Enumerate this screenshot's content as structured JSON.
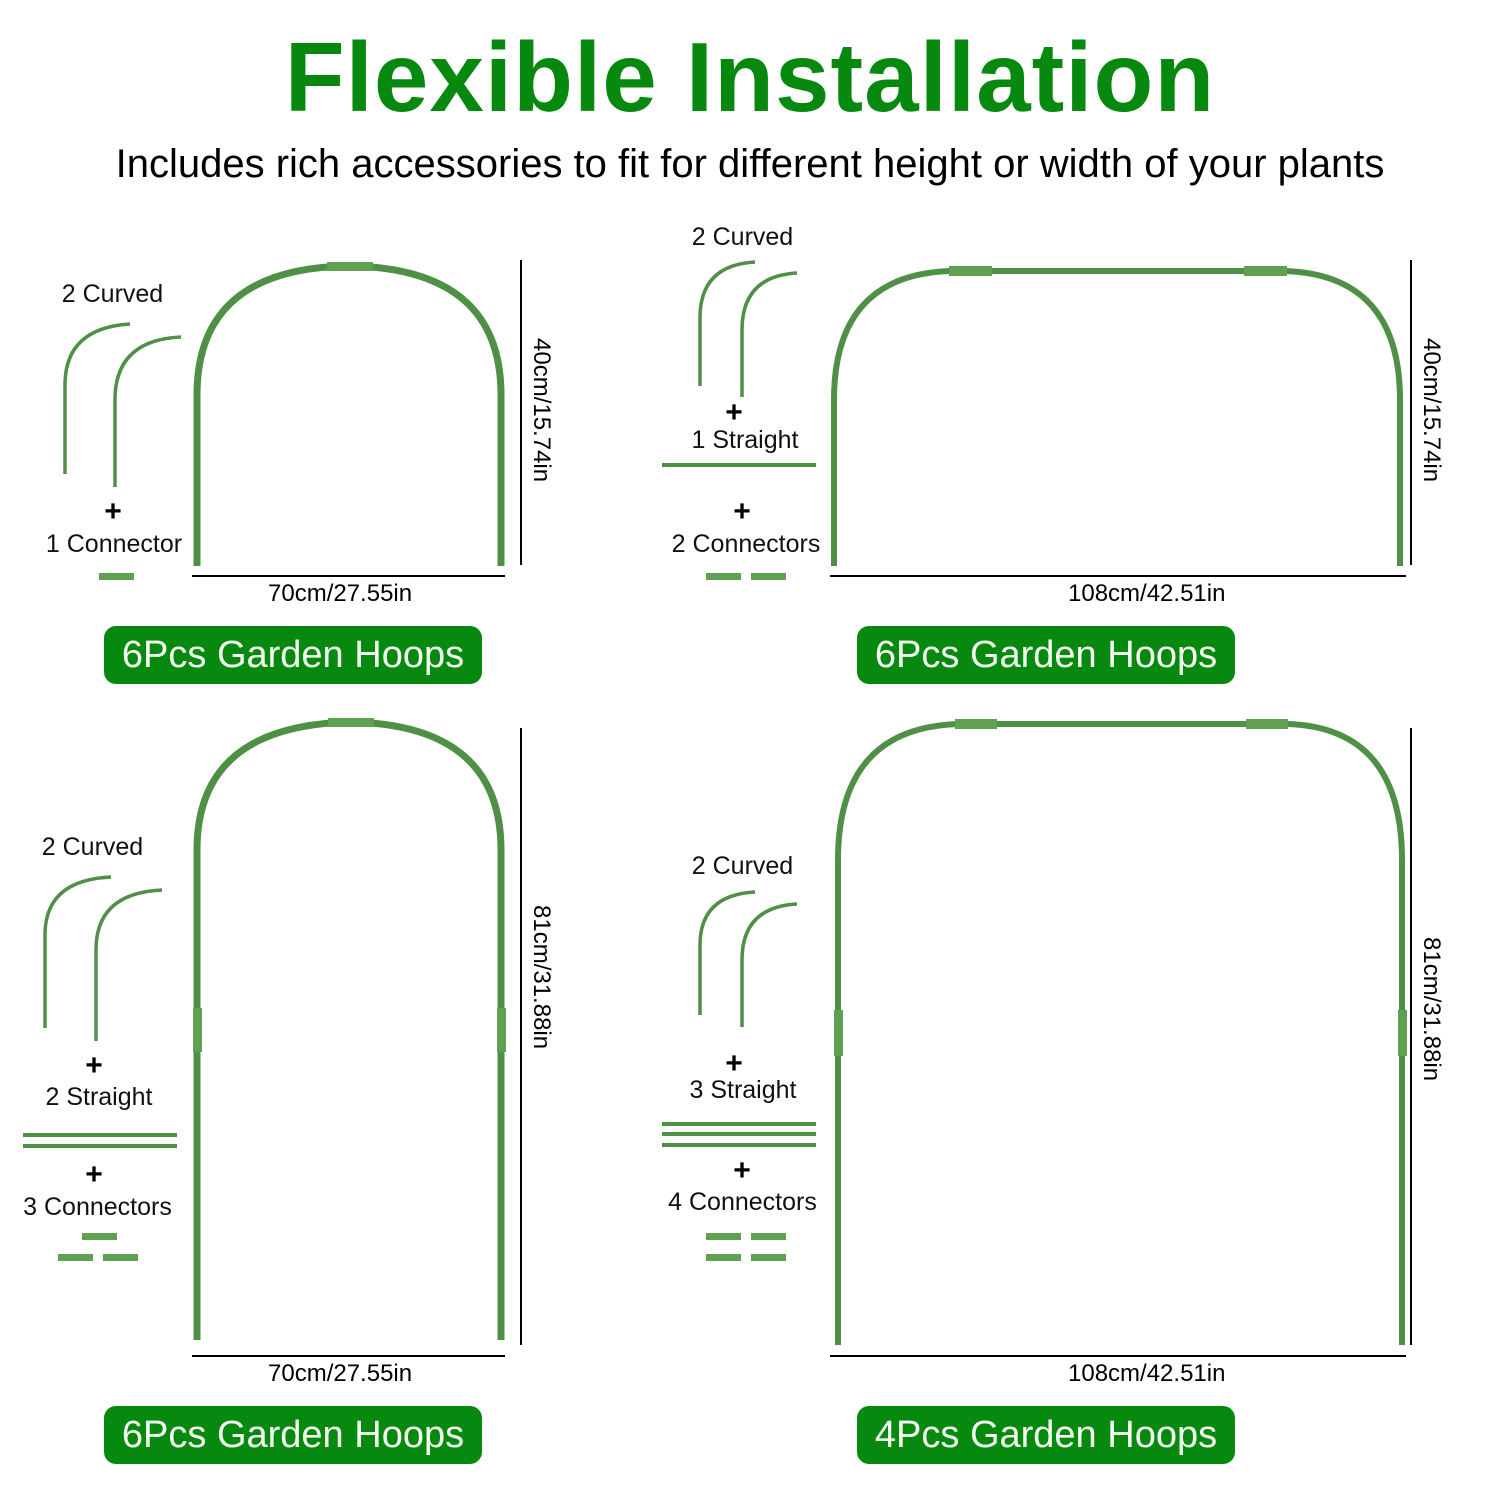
{
  "header": {
    "title": "Flexible Installation",
    "subtitle": "Includes rich accessories to fit for different height or width of your plants"
  },
  "colors": {
    "brand_green": "#07890f",
    "hoop_green": "#4f8f46",
    "text": "#000000"
  },
  "panels": [
    {
      "parts": {
        "curved": "2 Curved",
        "connectors": "1 Connector"
      },
      "plus": "+",
      "width_label": "70cm/27.55in",
      "height_label": "40cm/15.74in",
      "badge": "6Pcs Garden Hoops"
    },
    {
      "parts": {
        "curved": "2 Curved",
        "straight": "1 Straight",
        "connectors": "2 Connectors"
      },
      "plus": "+",
      "width_label": "108cm/42.51in",
      "height_label": "40cm/15.74in",
      "badge": "6Pcs Garden Hoops"
    },
    {
      "parts": {
        "curved": "2 Curved",
        "straight": "2 Straight",
        "connectors": "3 Connectors"
      },
      "plus": "+",
      "width_label": "70cm/27.55in",
      "height_label": "81cm/31.88in",
      "badge": "6Pcs Garden Hoops"
    },
    {
      "parts": {
        "curved": "2 Curved",
        "straight": "3 Straight",
        "connectors": "4 Connectors"
      },
      "plus": "+",
      "width_label": "108cm/42.51in",
      "height_label": "81cm/31.88in",
      "badge": "4Pcs Garden Hoops"
    }
  ]
}
